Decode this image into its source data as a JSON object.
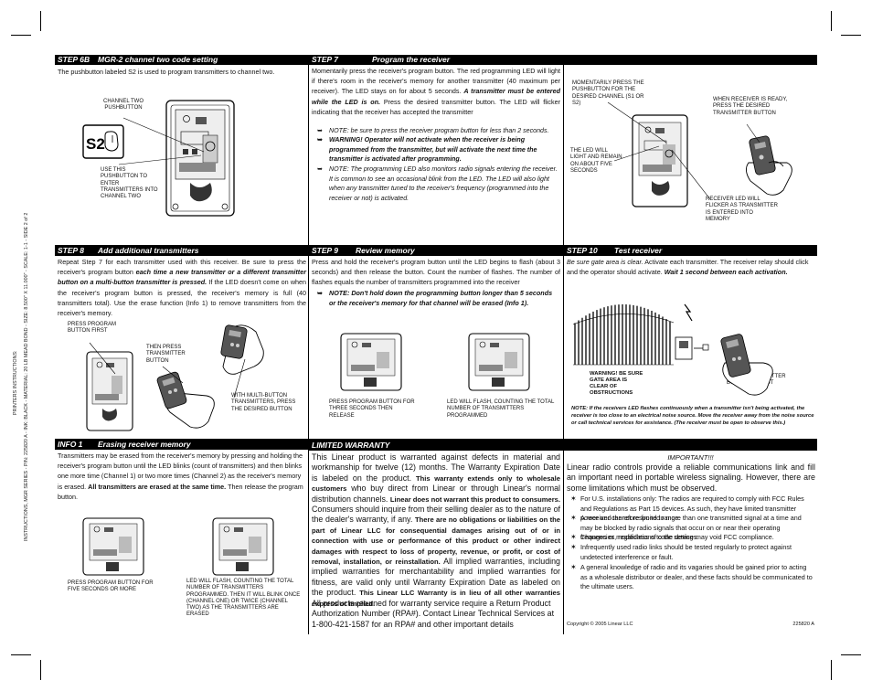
{
  "side_print": "INSTRUCTIONS, MGR SERIES - P/N: 225820 A - INK: BLACK - MATERIAL: 20 LB MEAD BOND - SIZE: 8.500\" X 11.000\" - SCALE: 1-1 - SIDE 2 of 2",
  "side_print_2": "PRINTERS INSTRUCTIONS:",
  "step6b": {
    "header_step": "STEP 6B",
    "header_title": "MGR-2 channel two code setting",
    "body": "The pushbutton labeled S2 is used to program transmitters to channel two.",
    "label_top": "CHANNEL TWO PUSHBUTTON",
    "s2_label": "S2",
    "label_bottom": "USE THIS PUSHBUTTON TO ENTER TRANSMITTERS INTO CHANNEL TWO"
  },
  "step7": {
    "header_step": "STEP 7",
    "header_title": "Program the receiver",
    "body_1": "Momentarily press the receiver's program button. The red programming LED will light if there's room in the receiver's memory for another transmitter (40 maximum per receiver). The LED stays on for about 5 seconds.",
    "body_bold_1": "A transmitter must be entered while the LED is on.",
    "body_2": "Press the desired transmitter button. The LED will flicker indicating that the receiver has accepted the transmitter",
    "note_1": "NOTE: be sure to press the receiver program button for less than 2 seconds.",
    "note_2": "WARNING! Operator will not activate when the receiver is being programmed from the transmitter, but will activate the next time the transmitter is activated after programming.",
    "note_3": "NOTE: The programming LED also monitors radio signals entering the receiver. It is common to see an occasional blink from the LED. The LED will also light when any transmitter tuned to the receiver's frequency (programmed into the receiver or not) is activated.",
    "label_press": "MOMENTARILY PRESS THE PUSHBUTTON FOR THE DESIRED CHANNEL (S1 or S2)",
    "label_led": "THE LED WILL LIGHT AND REMAIN ON ABOUT FIVE SECONDS",
    "label_ready": "WHEN RECEIVER IS READY, PRESS THE DESIRED TRANSMITTER BUTTON",
    "label_flicker": "RECEIVER LED WILL FLICKER AS TRANSMITTER IS ENTERED INTO MEMORY"
  },
  "step8": {
    "header_step": "STEP 8",
    "header_title": "Add additional transmitters",
    "body_1": "Repeat Step 7 for each transmitter used with this receiver. Be sure to press the receiver's program button",
    "body_bold_1": "each time a new transmitter or a different transmitter button on a multi-button transmitter is pressed.",
    "body_2": "If the LED doesn't come on when the receiver's program button is pressed, the receiver's memory is full (40 transmitters total). Use the erase function (Info 1) to remove transmitters from the receiver's memory.",
    "label_press": "PRESS PROGRAM BUTTON FIRST",
    "label_then": "THEN PRESS TRANSMITTER BUTTON",
    "label_multi": "WITH MULTI-BUTTON TRANSMITTERS, PRESS THE DESIRED BUTTON"
  },
  "step9": {
    "header_step": "STEP 9",
    "header_title": "Review memory",
    "body": "Press and hold the receiver's program button until the LED begins to flash (about 3 seconds) and then release the button. Count the number of flashes. The number of flashes equals the number of transmitters programmed into the receiver",
    "note": "NOTE: Don't hold down the programming button longer than 5 seconds or the receiver's memory for that channel will be erased (Info 1).",
    "label_press": "PRESS PROGRAM BUTTON FOR THREE SECONDS THEN RELEASE",
    "label_flash": "LED WILL FLASH, COUNTING THE TOTAL NUMBER OF TRANSMITTERS PROGRAMMED"
  },
  "step10": {
    "header_step": "STEP 10",
    "header_title": "Test receiver",
    "body_italic": "Be sure gate area is clear.",
    "body": "Activate each transmitter. The receiver relay should click and the operator should activate.",
    "body_bold": "Wait 1 second between each activation.",
    "label_warning": "WARNING! BE SURE GATE AREA IS CLEAR OF OBSTRUCTIONS",
    "label_press": "PRESS TRANSMITTER BUTTON TO TEST",
    "note": "NOTE: If the receivers LED flashes continuously when a transmitter isn't being activated, the receiver is too close to an electrical noise source. Move the receiver away from the noise source or call technical services for assistance. (The receiver must be open to observe this.)"
  },
  "info1": {
    "header_step": "INFO 1",
    "header_title": "Erasing receiver memory",
    "body_1": "Transmitters may be erased from the receiver's memory by pressing and holding the receiver's program button until the LED blinks (count of transmitters) and then blinks one more time (Channel 1) or two more times (Channel 2) as the receiver's memory is erased.",
    "body_bold": "All transmitters are erased at the same time.",
    "body_2": "Then release the program button.",
    "label_press": "PRESS PROGRAM BUTTON FOR FIVE SECONDS OR MORE",
    "label_flash": "LED WILL FLASH, COUNTING THE TOTAL NUMBER OF TRANSMITTERS PROGRAMMED. THEN IT WILL BLINK ONCE (CHANNEL ONE) OR TWICE (CHANNEL TWO) AS THE TRANSMITTERS ARE ERASED"
  },
  "warranty": {
    "header_title": "LIMITED WARRANTY",
    "p1_a": "This Linear product is warranted against defects in material and workmanship for twelve (12) months. The Warranty Expiration Date is labeled on the product.",
    "p1_b": "This warranty extends only to wholesale customers",
    "p1_c": "who buy direct from Linear or through Linear's normal distribution channels.",
    "p1_d": "Linear does not warrant this product to consumers.",
    "p1_e": "Consumers should inquire from their selling dealer as to the nature of the dealer's warranty, if any.",
    "p1_f": "There are no obligations or liabilities on the part of Linear LLC for consequential damages arising out of or in connection with use or performance of this product or other indirect damages with respect to loss of property, revenue, or profit, or cost of removal, installation, or reinstallation.",
    "p1_g": "All implied warranties, including implied warranties for merchantability and implied warranties for fitness, are valid only until Warranty Expiration Date as labeled on the product.",
    "p1_h": "This Linear LLC Warranty is in lieu of all other warranties express or implied.",
    "p2": "All products returned for warranty service require a Return Product Authorization Number (RPA#). Contact Linear Technical Services at 1-800-421-1587 for an RPA# and other important details"
  },
  "important": {
    "title": "IMPORTANT!!!",
    "intro": "Linear radio controls provide a reliable communications link and fill an important need in portable wireless signaling. However, there are some limitations which must be observed.",
    "bullets": [
      "For U.S. installations only: The radios are required to comply with FCC Rules and Regulations as Part 15 devices. As such, they have limited transmitter power and therefore limited range.",
      "A receiver cannot respond to more than one transmitted signal at a time and may be blocked by radio signals that occur on or near their operating frequencies, regardless of code settings.",
      "Changes or modifications to the device may void FCC compliance.",
      "Infrequently used radio links should be tested regularly to protect against undetected interference or fault.",
      "A general knowledge of radio and its vagaries should be gained prior to acting as a wholesale distributor or dealer, and these facts should be communicated to the ultimate users."
    ],
    "bullet_symbol": "✶",
    "copyright": "Copyright © 2005 Linear LLC",
    "part_no": "225820 A"
  }
}
